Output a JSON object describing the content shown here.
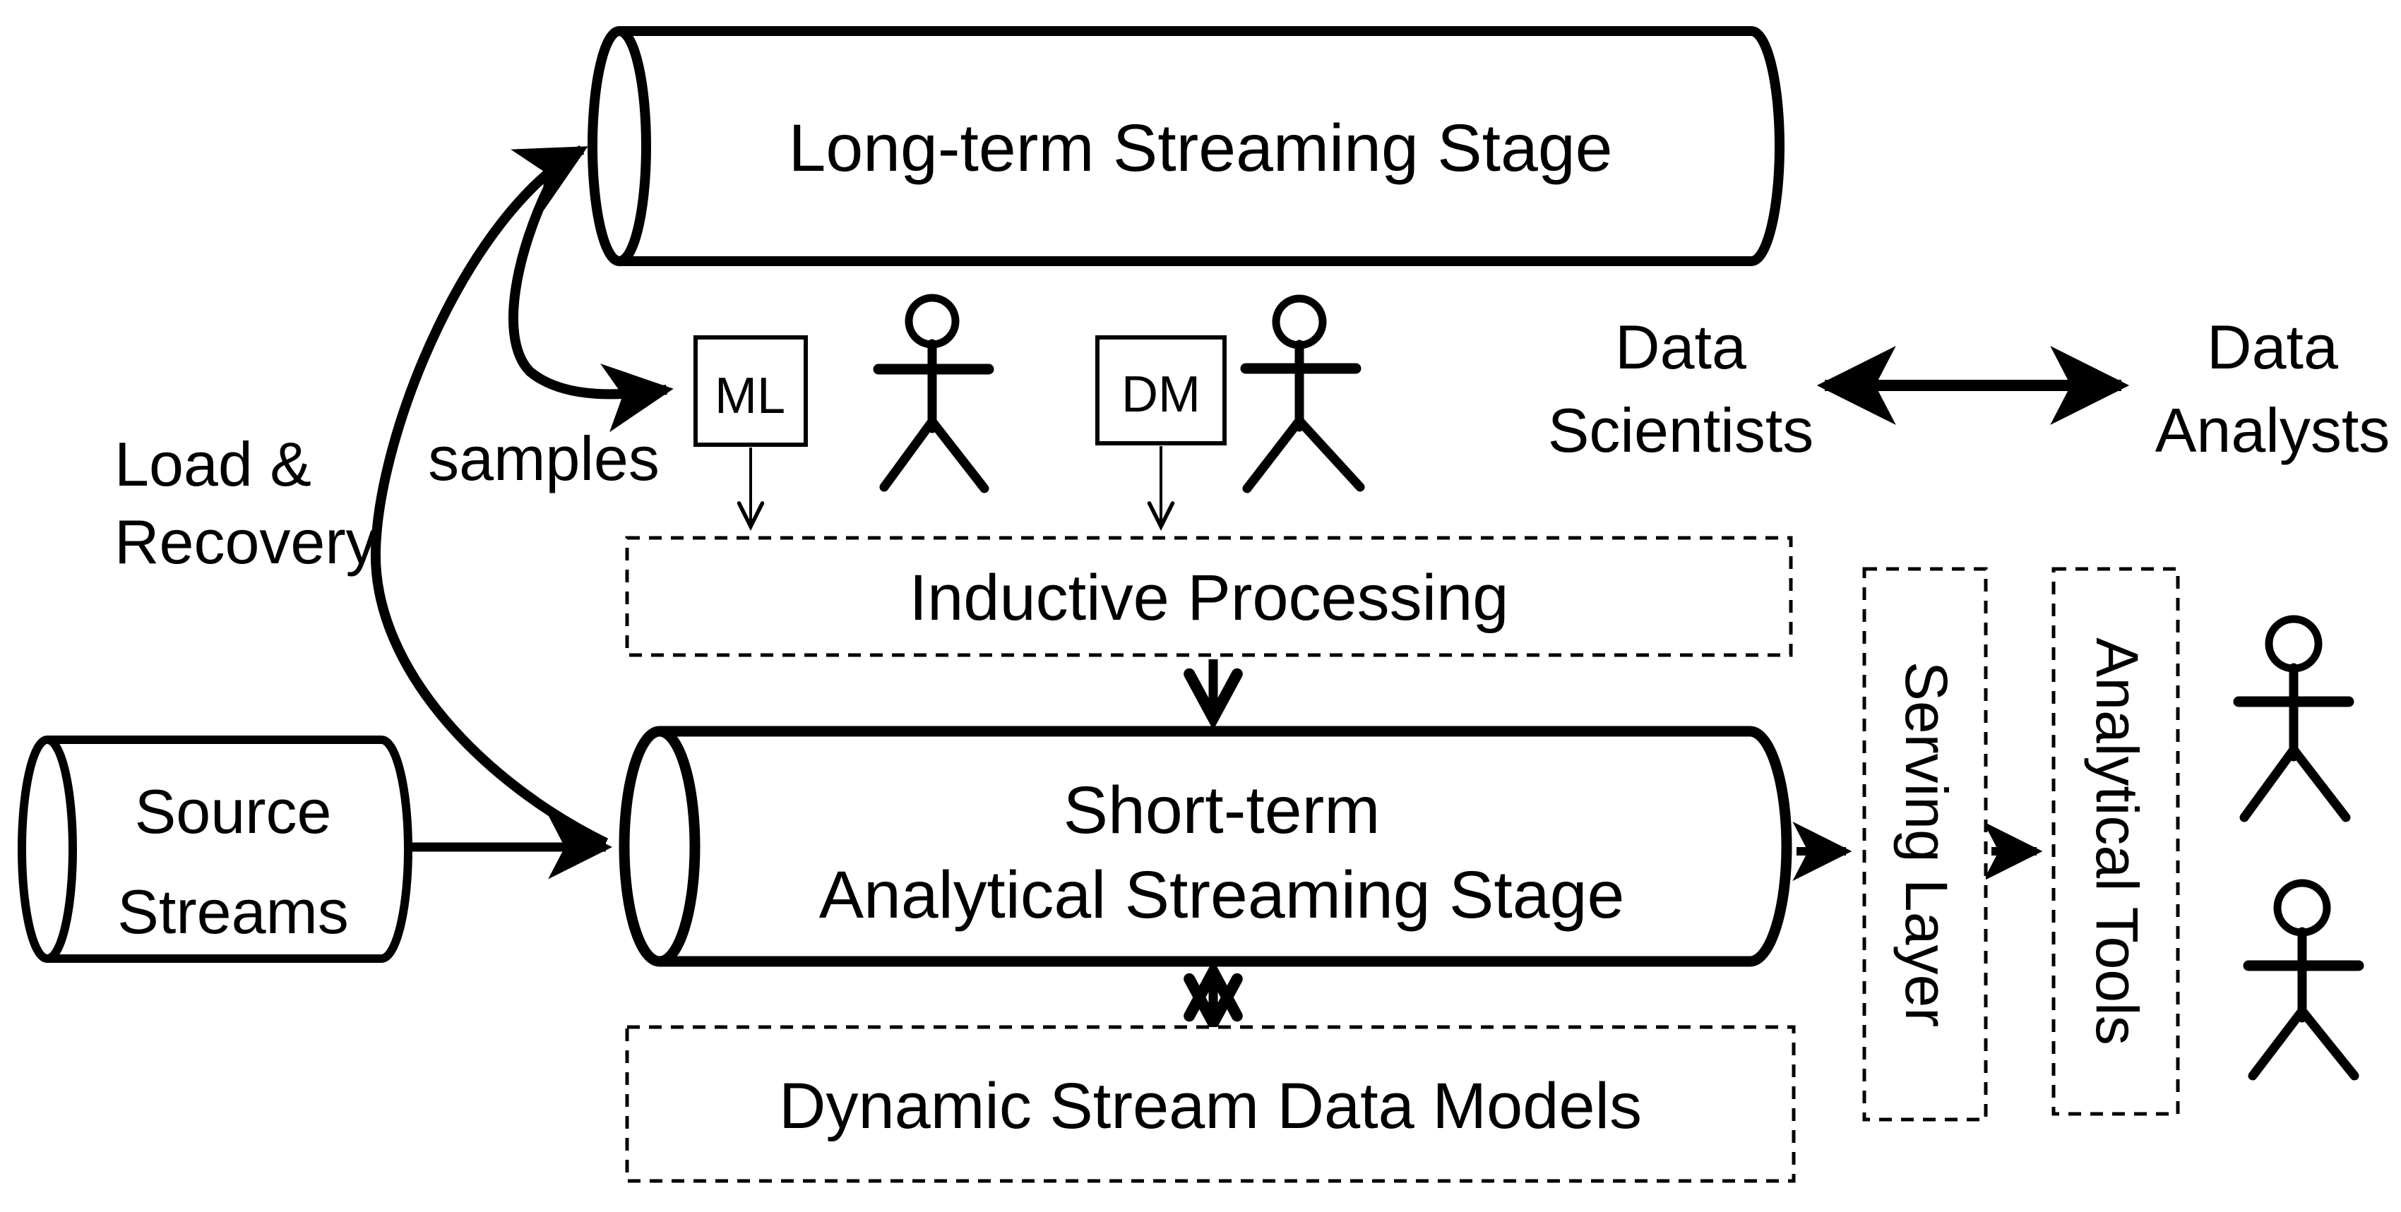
{
  "diagram": {
    "colors": {
      "ink": "#000000",
      "background": "#ffffff"
    },
    "long_term_stage": "Long-term Streaming Stage",
    "samples_label": "samples",
    "ml_box": "ML",
    "dm_box": "DM",
    "data_scientists": [
      "Data",
      "Scientists"
    ],
    "data_analysts": [
      "Data",
      "Analysts"
    ],
    "load_recovery": [
      "Load &",
      "Recovery"
    ],
    "inductive_processing": "Inductive Processing",
    "source_streams": [
      "Source",
      "Streams"
    ],
    "short_term_stage": [
      "Short-term",
      "Analytical Streaming Stage"
    ],
    "dynamic_models": "Dynamic Stream Data Models",
    "serving_layer": "Serving Layer",
    "analytical_tools": "Analytical Tools"
  }
}
